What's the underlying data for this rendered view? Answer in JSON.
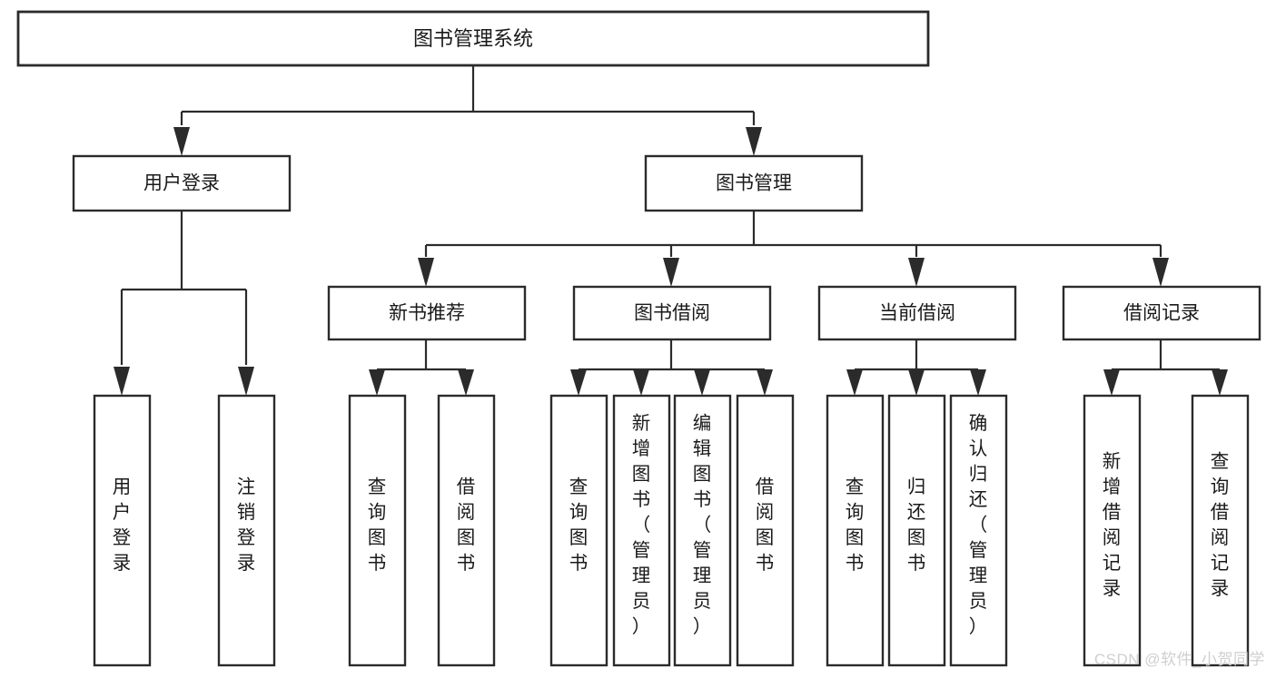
{
  "diagram": {
    "kind": "functional-structure-tree",
    "title": "图书管理系统",
    "root": {
      "id": "root",
      "label": "图书管理系统"
    },
    "level2": [
      {
        "id": "user-login",
        "label": "用户登录"
      },
      {
        "id": "book-manage",
        "label": "图书管理"
      }
    ],
    "level3": [
      {
        "id": "new-book-recommend",
        "label": "新书推荐",
        "parent": "book-manage"
      },
      {
        "id": "book-borrow",
        "label": "图书借阅",
        "parent": "book-manage"
      },
      {
        "id": "current-borrow",
        "label": "当前借阅",
        "parent": "book-manage"
      },
      {
        "id": "borrow-record",
        "label": "借阅记录",
        "parent": "book-manage"
      }
    ],
    "leaves": [
      {
        "id": "leaf-user-login",
        "label": "用户登录",
        "parent": "user-login"
      },
      {
        "id": "leaf-user-logout",
        "label": "注销登录",
        "parent": "user-login"
      },
      {
        "id": "leaf-rec-query-book",
        "label": "查询图书",
        "parent": "new-book-recommend"
      },
      {
        "id": "leaf-rec-borrow-book",
        "label": "借阅图书",
        "parent": "new-book-recommend"
      },
      {
        "id": "leaf-borrow-query-book",
        "label": "查询图书",
        "parent": "book-borrow"
      },
      {
        "id": "leaf-borrow-add-book",
        "label": "新增图书（管理员）",
        "parent": "book-borrow"
      },
      {
        "id": "leaf-borrow-edit-book",
        "label": "编辑图书（管理员）",
        "parent": "book-borrow"
      },
      {
        "id": "leaf-borrow-borrow-book",
        "label": "借阅图书",
        "parent": "book-borrow"
      },
      {
        "id": "leaf-cur-query-book",
        "label": "查询图书",
        "parent": "current-borrow"
      },
      {
        "id": "leaf-cur-return-book",
        "label": "归还图书",
        "parent": "current-borrow"
      },
      {
        "id": "leaf-cur-confirm-return",
        "label": "确认归还（管理员）",
        "parent": "current-borrow"
      },
      {
        "id": "leaf-rec-add-record",
        "label": "新增借阅记录",
        "parent": "borrow-record"
      },
      {
        "id": "leaf-rec-query-record",
        "label": "查询借阅记录",
        "parent": "borrow-record"
      }
    ],
    "colors": {
      "box_stroke": "#2b2b2b",
      "box_fill": "#ffffff",
      "text": "#1a1a1a",
      "connector": "#2b2b2b",
      "watermark": "#cfcfcf",
      "background": "#ffffff"
    }
  },
  "watermark": {
    "text": "CSDN @软件_小贺同学"
  }
}
